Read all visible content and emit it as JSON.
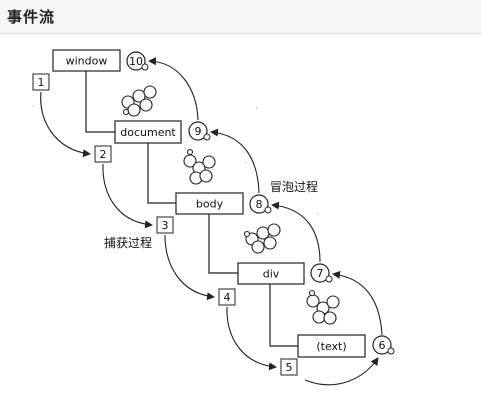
{
  "header": {
    "title": "事件流"
  },
  "diagram": {
    "nodes": [
      {
        "id": "window",
        "label": "window"
      },
      {
        "id": "document",
        "label": "document"
      },
      {
        "id": "body",
        "label": "body"
      },
      {
        "id": "div",
        "label": "div"
      },
      {
        "id": "text",
        "label": "(text)"
      }
    ],
    "capture_steps": [
      "1",
      "2",
      "3",
      "4",
      "5"
    ],
    "bubble_steps": [
      "6",
      "7",
      "8",
      "9",
      "10"
    ],
    "capture_label": "捕获过程",
    "bubble_label": "冒泡过程"
  }
}
